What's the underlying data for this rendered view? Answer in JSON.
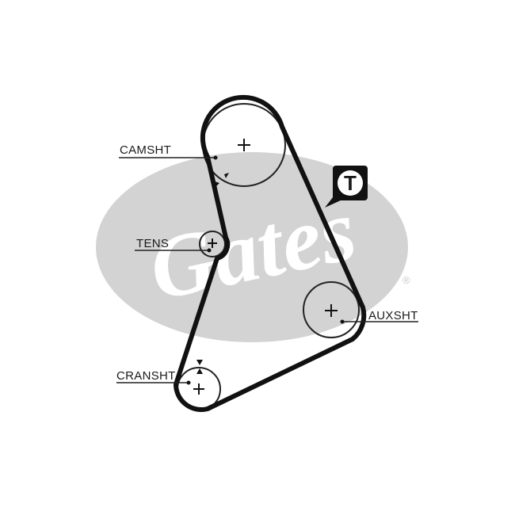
{
  "watermark": {
    "brand": "Gates",
    "mark": "®",
    "color": "#d3d3d3"
  },
  "tension_badge": {
    "letter": "T"
  },
  "pulleys": {
    "camshaft": {
      "label": "CAMSHT"
    },
    "tensioner": {
      "label": "TENS"
    },
    "auxiliary": {
      "label": "AUXSHT"
    },
    "crankshaft": {
      "label": "CRANSHT"
    }
  },
  "colors": {
    "belt": "#111111",
    "pulley": "#222222",
    "background": "#ffffff"
  }
}
